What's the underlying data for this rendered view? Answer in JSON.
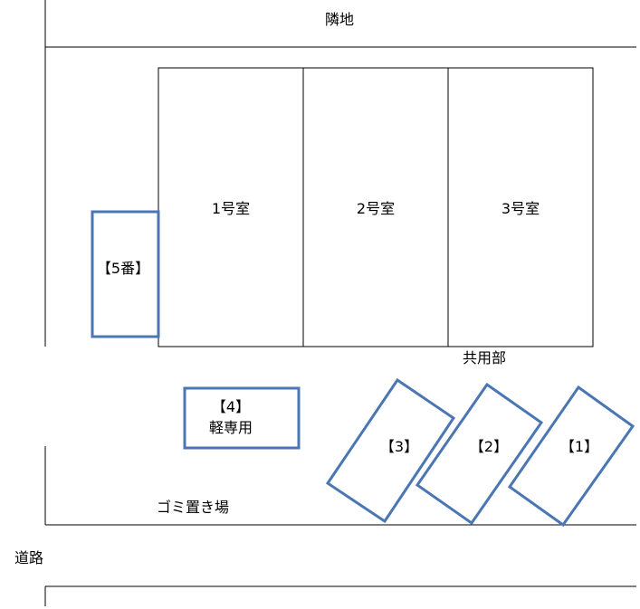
{
  "neighbor_label": "隣地",
  "road_label": "道路",
  "common_area_label": "共用部",
  "garbage_label": "ゴミ置き場",
  "rooms": [
    {
      "label": "1号室"
    },
    {
      "label": "2号室"
    },
    {
      "label": "3号室"
    }
  ],
  "parking": {
    "spot5_label": "【5番】",
    "spot4_label": "【4】",
    "spot4_sublabel": "軽専用",
    "spot3_label": "【3】",
    "spot2_label": "【2】",
    "spot1_label": "【1】"
  },
  "colors": {
    "parking_border": "#4a77b4",
    "line": "#000000"
  }
}
